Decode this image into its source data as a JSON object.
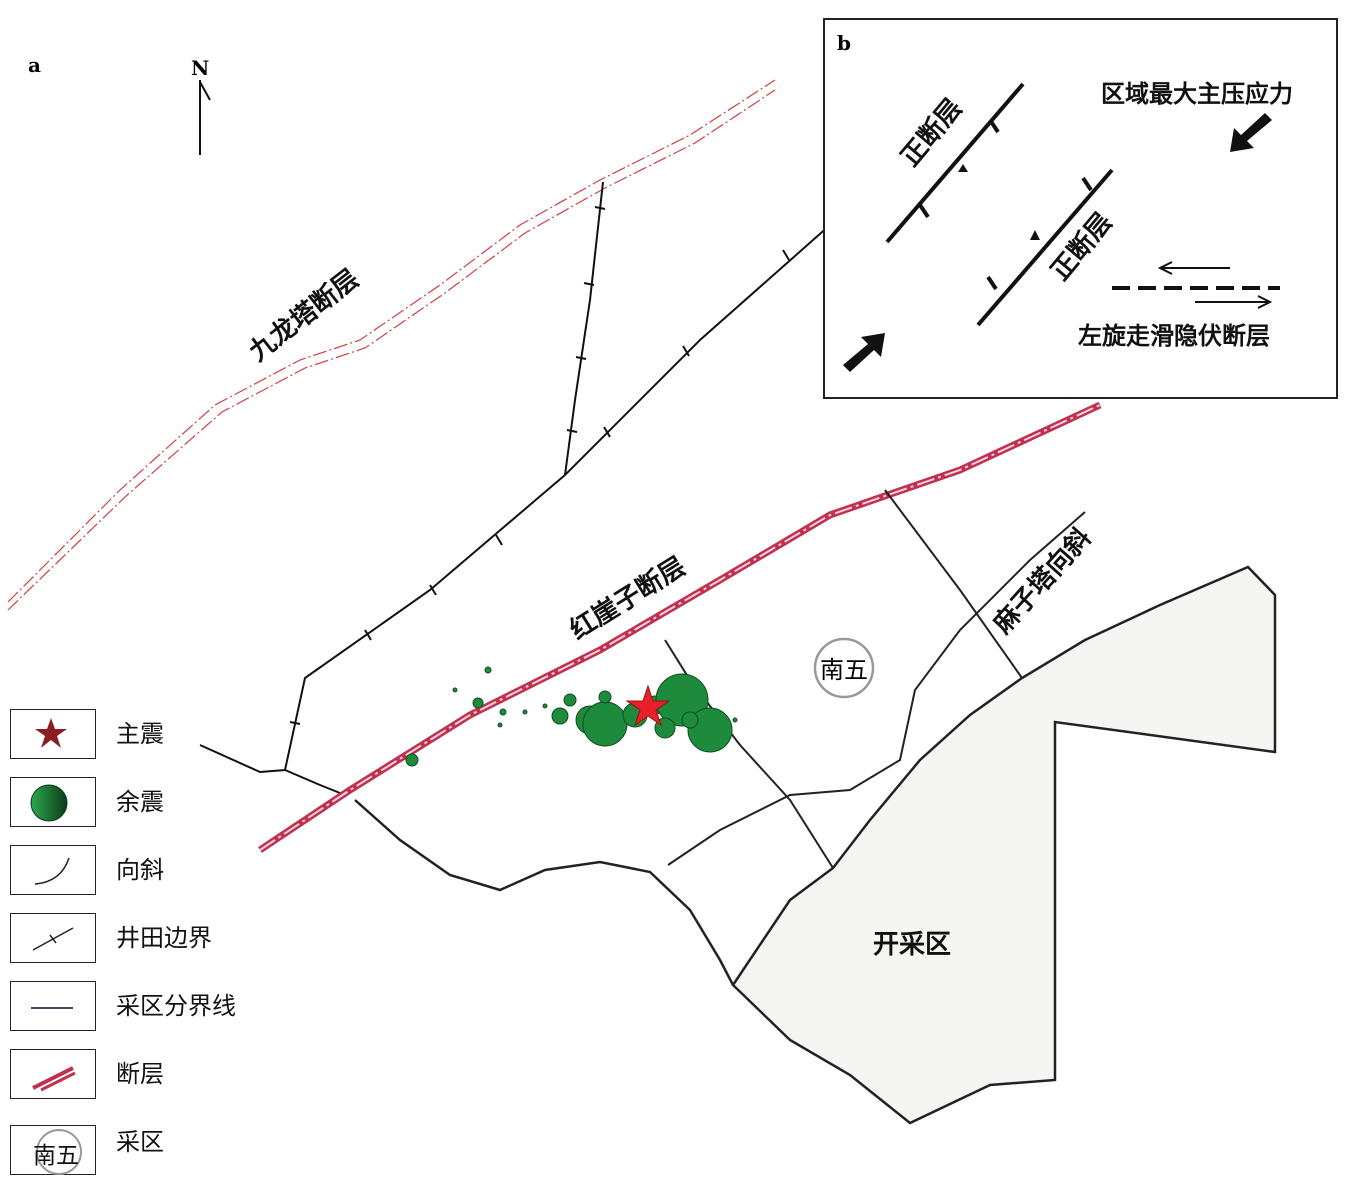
{
  "panel_a_label": "a",
  "panel_b_label": "b",
  "north_label": "N",
  "labels": {
    "jiulongta_fault": "九龙塔断层",
    "hongyazi_fault": "红崖子断层",
    "mazita_syncline": "麻子塔向斜",
    "mined_area": "开采区",
    "mining_district": "南五"
  },
  "inset": {
    "normal_fault_1": "正断层",
    "normal_fault_2": "正断层",
    "stress_label": "区域最大主压应力",
    "strike_slip_label": "左旋走滑隐伏断层"
  },
  "legend": [
    {
      "icon": "mainshock-star-icon",
      "label": "主震"
    },
    {
      "icon": "aftershock-circle-icon",
      "label": "余震"
    },
    {
      "icon": "syncline-icon",
      "label": "向斜"
    },
    {
      "icon": "mine-boundary-icon",
      "label": "井田边界"
    },
    {
      "icon": "district-boundary-icon",
      "label": "采区分界线"
    },
    {
      "icon": "fault-icon",
      "label": "断层"
    },
    {
      "icon": "mining-district-icon",
      "label": "采区",
      "sample": "南五"
    }
  ],
  "colors": {
    "fault_red": "#c0304f",
    "jiulongta_red": "#d04040",
    "aftershock_green": "#1e8a3c",
    "star_red": "#e8202a"
  }
}
